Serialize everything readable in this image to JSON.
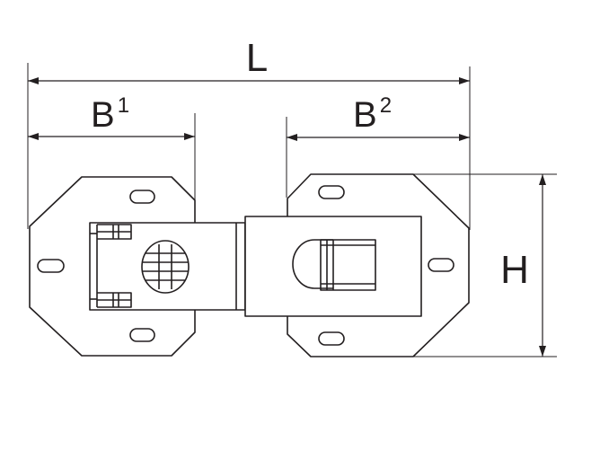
{
  "dimensions": {
    "overall_length": "L",
    "left_plate_width": {
      "base": "B",
      "sup": "1"
    },
    "right_plate_width": {
      "base": "B",
      "sup": "2"
    },
    "height": "H"
  },
  "colors": {
    "line": "#231f20",
    "background": "#ffffff"
  }
}
